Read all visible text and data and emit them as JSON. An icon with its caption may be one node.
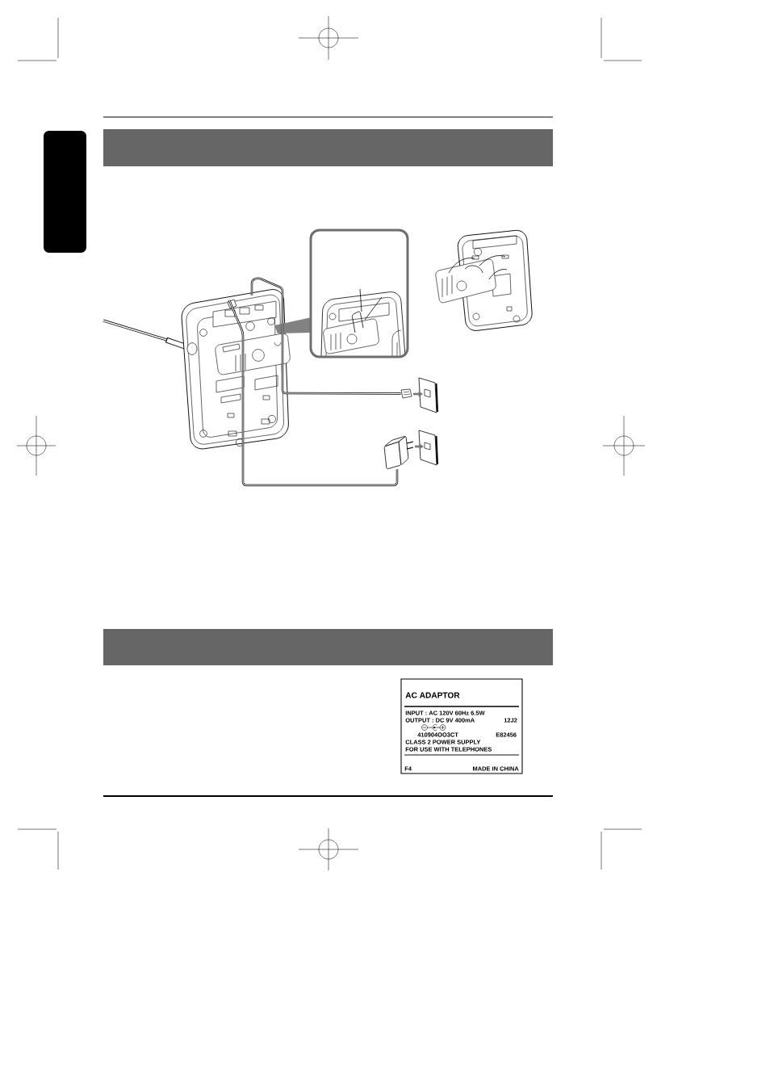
{
  "diagram": {
    "nodes": [
      {
        "text": [],
        "shape": "box"
      },
      {
        "text": [],
        "shape": "picture"
      },
      {
        "text": [],
        "shape": "picture"
      },
      {
        "text": [],
        "shape": "picture"
      },
      {
        "text": [
          "AC ADAPTOR",
          "INPUT : AC 120V 60Hz 6.5W",
          "OUTPUT : DC 9V 400mA",
          "410904OO3CT",
          "12J2",
          "E82456",
          "CLASS 2 POWER SUPPLY",
          "FOR USE WITH TELEPHONES",
          "F4",
          "MADE IN CHINA"
        ]
      }
    ],
    "edges": [
      {
        "from": 1,
        "to": 2,
        "arrow": "none"
      },
      {
        "from": 1,
        "to": 3,
        "arrow": "none"
      }
    ]
  }
}
